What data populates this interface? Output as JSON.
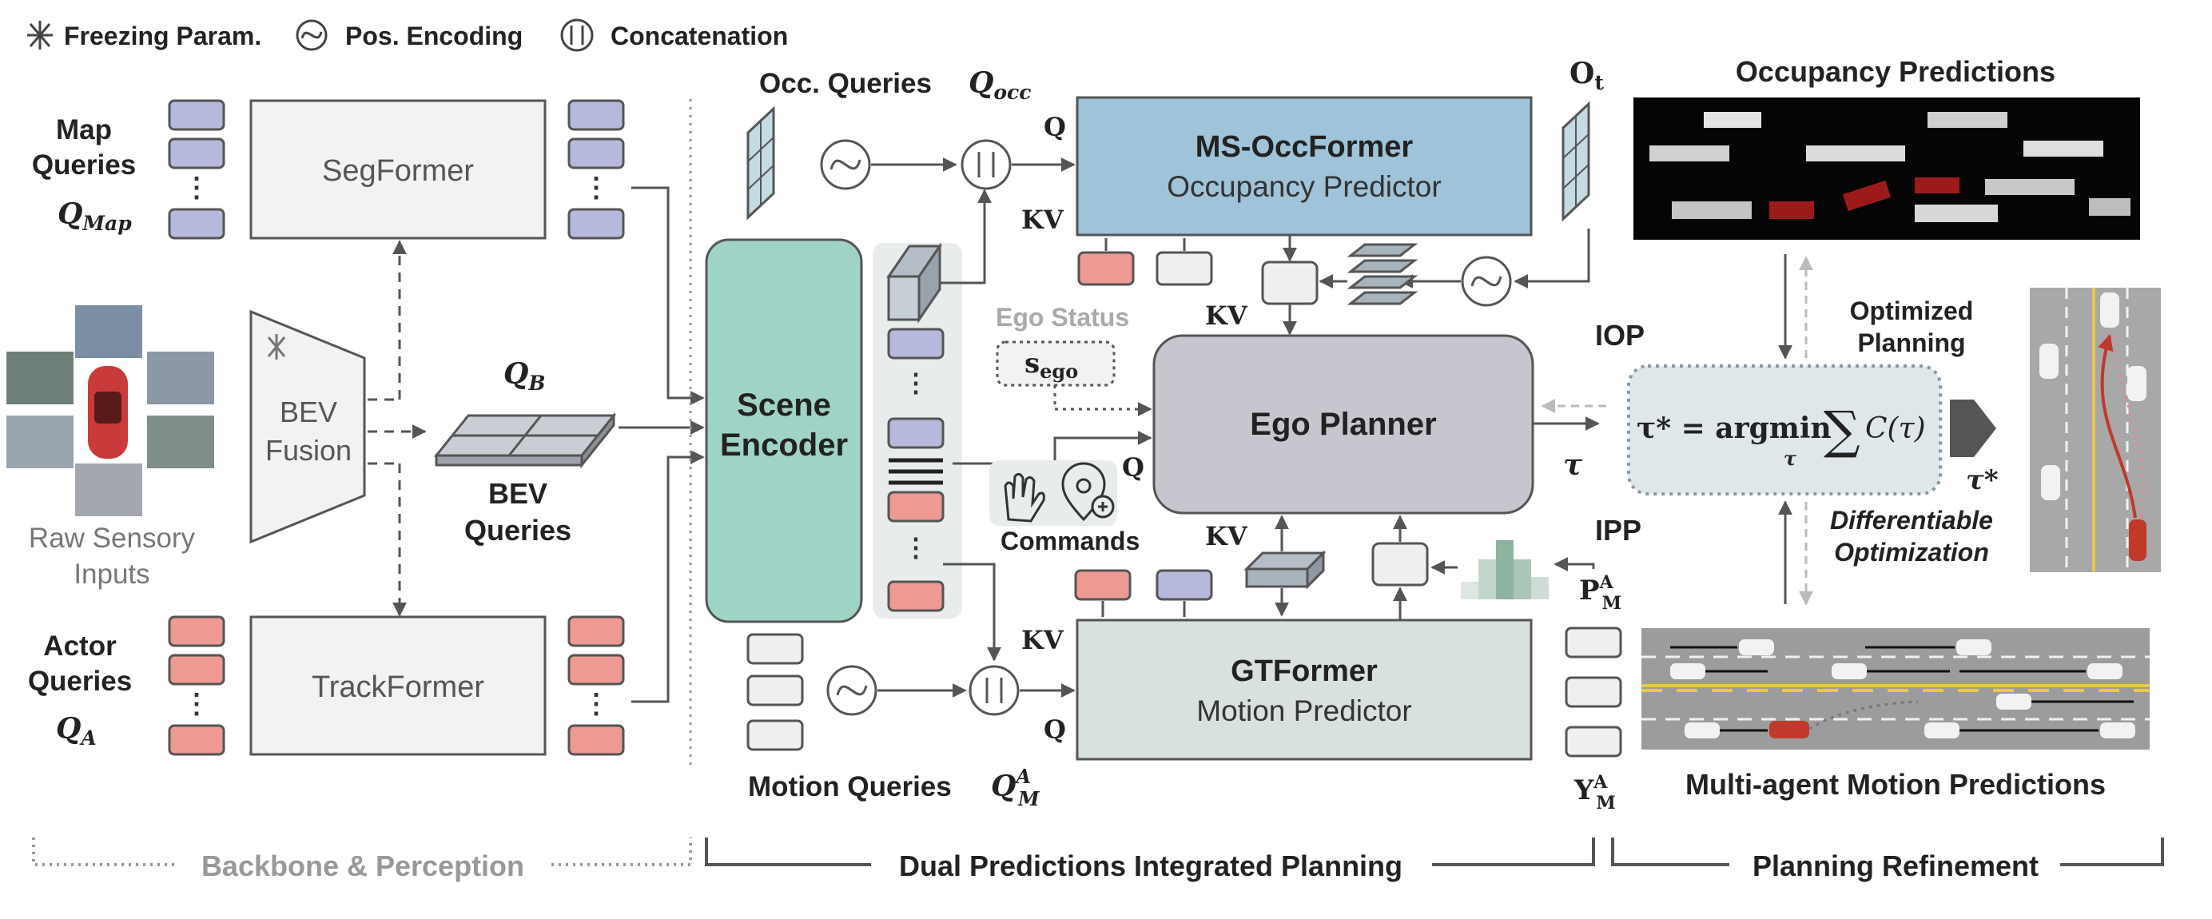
{
  "legend": {
    "freeze": "Freezing Param.",
    "pos": "Pos. Encoding",
    "concat": "Concatenation"
  },
  "left": {
    "map_queries": [
      "Map",
      "Queries"
    ],
    "q_map": "Q",
    "q_map_sub": "Map",
    "segformer": "SegFormer",
    "bev_fusion": [
      "BEV",
      "Fusion"
    ],
    "q_b": "Q",
    "q_b_sub": "B",
    "bev_queries": [
      "BEV",
      "Queries"
    ],
    "raw_inputs": [
      "Raw Sensory",
      "Inputs"
    ],
    "actor_queries": [
      "Actor",
      "Queries"
    ],
    "q_a": "Q",
    "q_a_sub": "A",
    "trackformer": "TrackFormer"
  },
  "middle": {
    "occ_queries": "Occ. Queries",
    "q_occ": "Q",
    "q_occ_sub": "occ",
    "scene_encoder": [
      "Scene",
      "Encoder"
    ],
    "msocc_title": "MS-OccFormer",
    "msocc_sub": "Occupancy Predictor",
    "ego_status": "Ego Status",
    "s_ego": "s",
    "s_ego_sub": "ego",
    "commands": "Commands",
    "ego_planner": "Ego Planner",
    "gtformer_title": "GTFormer",
    "gtformer_sub": "Motion Predictor",
    "motion_queries": "Motion Queries",
    "q_m": "Q",
    "q_m_sup": "A",
    "q_m_sub": "M",
    "q": "Q",
    "kv": "KV",
    "tau": "τ",
    "o_t": "O",
    "o_t_sub": "t",
    "p_m": "P",
    "p_m_sup": "A",
    "p_m_sub": "M",
    "y_m": "Y",
    "y_m_sup": "A",
    "y_m_sub": "M"
  },
  "right": {
    "occ_predictions": "Occupancy Predictions",
    "iop": "IOP",
    "ipp": "IPP",
    "opt_planning": [
      "Optimized",
      "Planning"
    ],
    "formula_lhs": "τ* = argmin",
    "formula_sub": "τ",
    "formula_rhs": "C(τ)",
    "tau_star": "τ*",
    "diff_opt": [
      "Differentiable",
      "Optimization"
    ],
    "motion_predictions": "Multi-agent Motion Predictions"
  },
  "footer": {
    "backbone": "Backbone & Perception",
    "dual": "Dual Predictions Integrated Planning",
    "refine": "Planning Refinement"
  },
  "colors": {
    "map_query": "#b6b8dc",
    "actor_query": "#ec9a92",
    "scene_encoder": "#9fd3c5",
    "msocc": "#9fc3d8",
    "ego_planner": "#c7c6cf",
    "gtformer": "#d9e1df",
    "grey_box": "#f2f2f2",
    "arrow": "#555555"
  }
}
